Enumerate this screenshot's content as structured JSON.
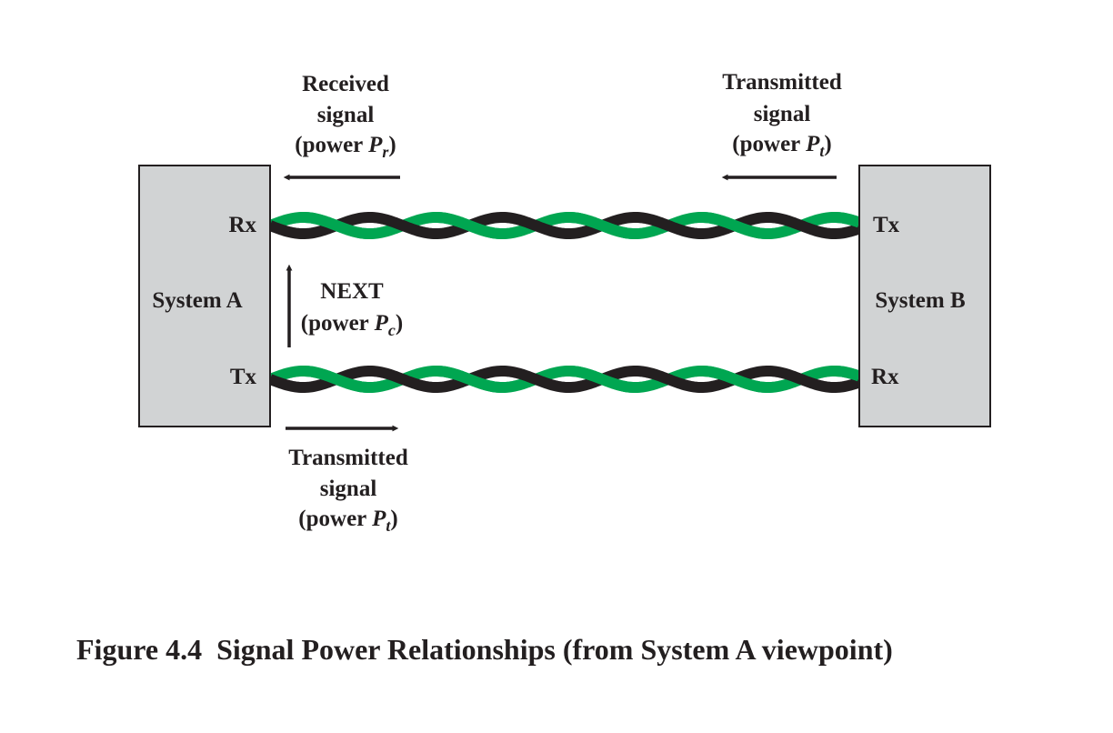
{
  "colors": {
    "wire_green": "#00a651",
    "wire_black": "#231f20",
    "box_fill": "#d1d3d4",
    "text": "#231f20"
  },
  "system_a": {
    "name": "System A",
    "port_top": "Rx",
    "port_bottom": "Tx"
  },
  "system_b": {
    "name": "System B",
    "port_top": "Tx",
    "port_bottom": "Rx"
  },
  "received_a": {
    "line1": "Received",
    "line2": "signal",
    "power_prefix": "(power ",
    "symbol": "P",
    "sub": "r",
    "close": ")"
  },
  "transmitted_b": {
    "line1": "Transmitted",
    "line2": "signal",
    "power_prefix": "(power ",
    "symbol": "P",
    "sub": "t",
    "close": ")"
  },
  "next": {
    "line1": "NEXT",
    "power_prefix": "(power ",
    "symbol": "P",
    "sub": "c",
    "close": ")"
  },
  "transmitted_a": {
    "line1": "Transmitted",
    "line2": "signal",
    "power_prefix": "(power ",
    "symbol": "P",
    "sub": "t",
    "close": ")"
  },
  "caption": {
    "number": "Figure 4.4",
    "title": "Signal Power Relationships (from System A viewpoint)"
  }
}
